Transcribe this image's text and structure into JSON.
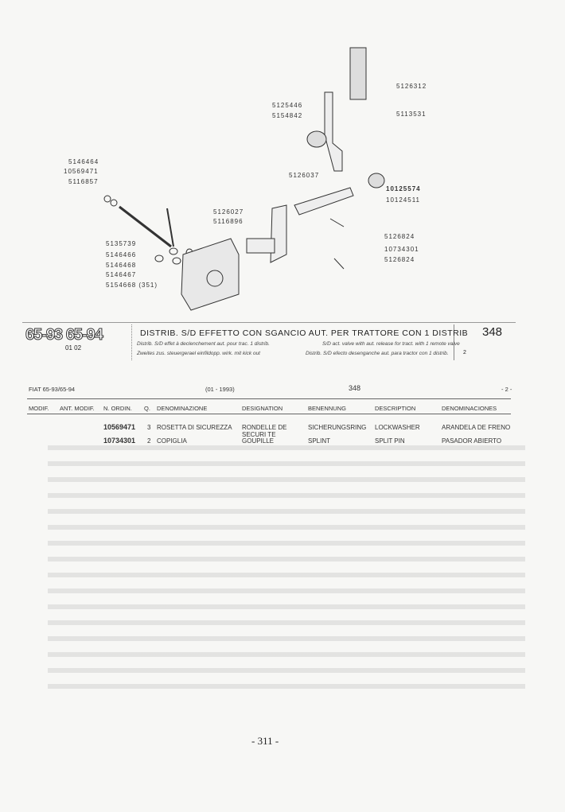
{
  "diagram": {
    "labels_left": [
      "5146464",
      "10569471",
      "5116857",
      "5135739",
      "5146466",
      "5146468",
      "5146467",
      "5154668 (351)"
    ],
    "labels_mid": [
      "5125446",
      "5154842",
      "5126037",
      "5126027",
      "5116896"
    ],
    "labels_right": [
      "5126312",
      "5113531",
      "10125574",
      "10124511",
      "5126824",
      "10734301",
      "5126824"
    ]
  },
  "title": {
    "models": "65-93  65-94",
    "code": "01 02",
    "main": "DISTRIB. S/D EFFETTO CON SGANCIO AUT. PER TRATTORE CON 1 DISTRIB",
    "fr": "Distrib. S/D effet à declenchement aut. pour trac. 1 distrib.",
    "en": "S/D act. valve with aut. release for tract. with 1 remote valve",
    "de": "Zweites zus. steuergerael einfildopp. wirk. mit kick out",
    "es": "Distrib. S/D efecto desenganche aut. para tractor con 1 distrib.",
    "number": "348",
    "sub": "2"
  },
  "header": {
    "model": "FIAT 65-93/65-94",
    "date": "(01 - 1993)",
    "number": "348",
    "page": "- 2 -"
  },
  "columns": [
    "MODIF.",
    "ANT. MODIF.",
    "N. ORDIN.",
    "Q.",
    "DENOMINAZIONE",
    "DESIGNATION",
    "BENENNUNG",
    "DESCRIPTION",
    "DENOMINACIONES"
  ],
  "rows": [
    {
      "part": "10569471",
      "qty": "3",
      "it": "ROSETTA DI SICUREZZA",
      "fr": "RONDELLE DE SECURI TE",
      "de": "SICHERUNGSRING",
      "en": "LOCKWASHER",
      "es": "ARANDELA DE FRENO"
    },
    {
      "part": "10734301",
      "qty": "2",
      "it": "COPIGLIA",
      "fr": "GOUPILLE",
      "de": "SPLINT",
      "en": "SPLIT PIN",
      "es": "PASADOR ABIERTO"
    }
  ],
  "footer": {
    "page": "- 311 -"
  }
}
